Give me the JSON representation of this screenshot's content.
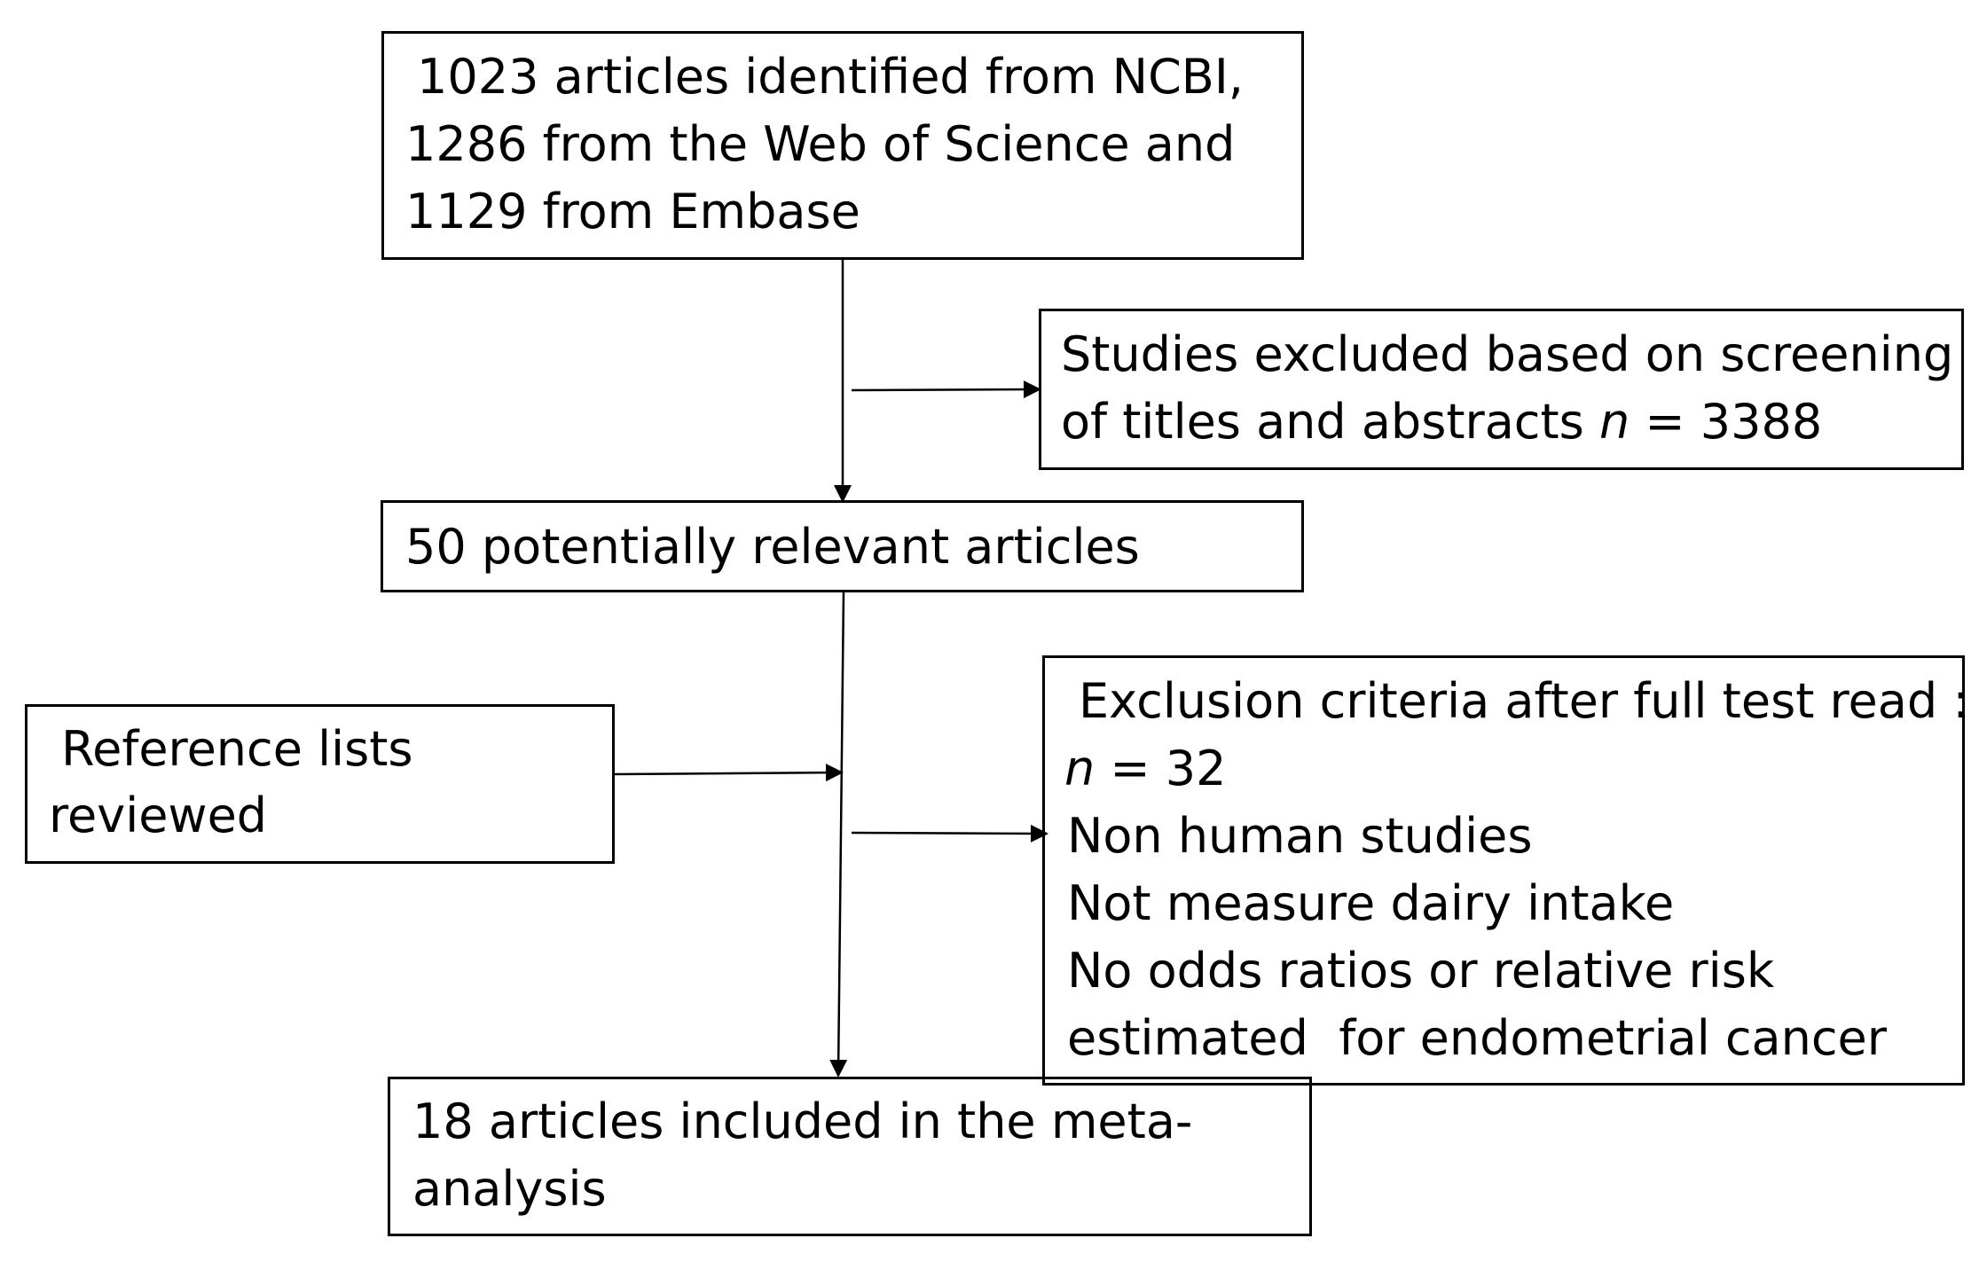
{
  "flowchart": {
    "identified": {
      "lines": [
        "1023 articles identified from NCBI,",
        "1286 from the Web of Science and",
        "1129 from Embase"
      ]
    },
    "excluded_screening": {
      "line1": "Studies excluded based on screening",
      "line2_prefix": "of titles and abstracts ",
      "line2_n": "n",
      "line2_suffix": " = 3388"
    },
    "potentially_relevant": {
      "label": "50 potentially relevant articles"
    },
    "reference_lists": {
      "lines": [
        "Reference lists",
        "reviewed"
      ]
    },
    "exclusion_fulltext": {
      "title": "Exclusion criteria after full test read :",
      "n_label": "n",
      "n_value": " = 32",
      "criteria": [
        "Non human studies",
        "Not measure dairy intake",
        "No odds ratios or relative risk",
        "estimated  for endometrial cancer"
      ]
    },
    "included": {
      "lines": [
        "18 articles included in the meta-",
        "analysis"
      ]
    }
  },
  "colors": {
    "stroke": "#000000",
    "background": "#ffffff"
  }
}
